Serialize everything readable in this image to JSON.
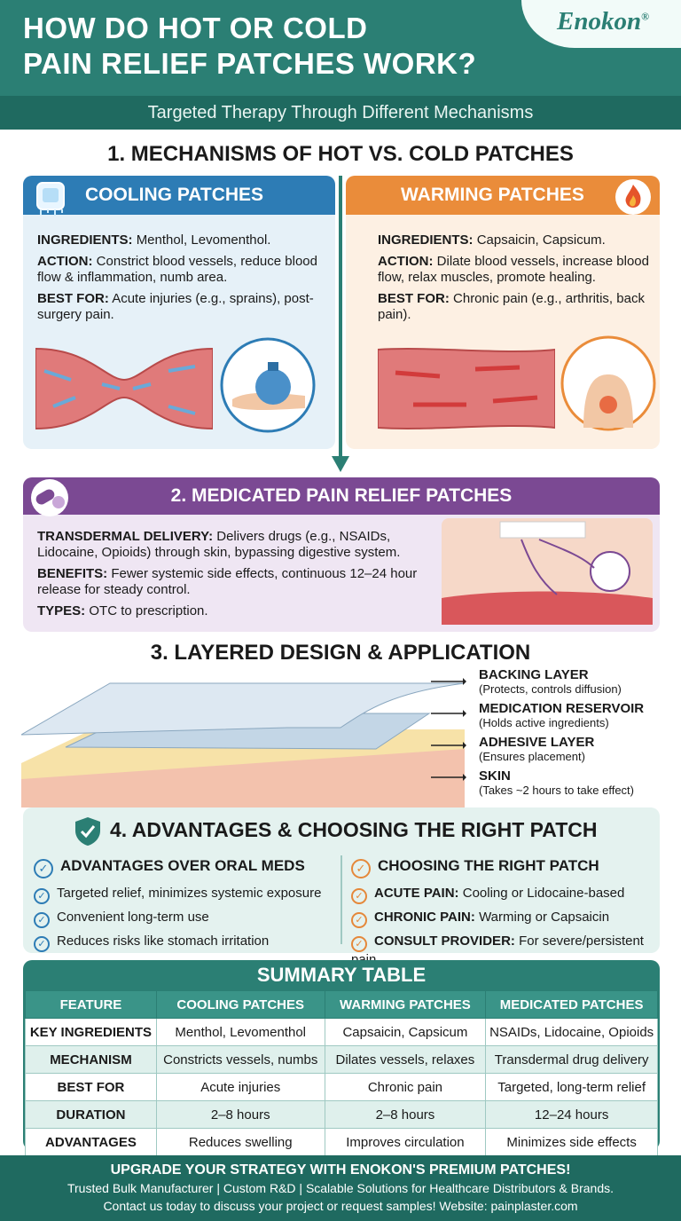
{
  "header": {
    "title_line1": "HOW DO HOT OR COLD",
    "title_line2": "PAIN RELIEF PATCHES WORK?",
    "logo": "Enokon",
    "logo_mark": "®",
    "subtitle": "Targeted Therapy Through Different Mechanisms"
  },
  "section1": {
    "title": "1. MECHANISMS OF HOT VS. COLD PATCHES",
    "cooling": {
      "title": "COOLING PATCHES",
      "ingredients_label": "INGREDIENTS:",
      "ingredients": "Menthol, Levomenthol.",
      "action_label": "ACTION:",
      "action": "Constrict blood vessels, reduce blood flow & inflammation, numb area.",
      "best_label": "BEST FOR:",
      "best": "Acute injuries (e.g., sprains), post-surgery pain."
    },
    "warming": {
      "title": "WARMING PATCHES",
      "ingredients_label": "INGREDIENTS:",
      "ingredients": "Capsaicin, Capsicum.",
      "action_label": "ACTION:",
      "action": "Dilate blood vessels, increase blood flow, relax muscles, promote healing.",
      "best_label": "BEST FOR:",
      "best": "Chronic pain (e.g., arthritis, back pain)."
    }
  },
  "section2": {
    "title": "2. MEDICATED PAIN RELIEF PATCHES",
    "delivery_label": "TRANSDERMAL DELIVERY:",
    "delivery": "Delivers drugs (e.g., NSAIDs, Lidocaine, Opioids) through skin, bypassing digestive system.",
    "benefits_label": "BENEFITS:",
    "benefits": "Fewer systemic side effects, continuous 12–24 hour release for steady control.",
    "types_label": "TYPES:",
    "types": "OTC to prescription."
  },
  "section3": {
    "title": "3. LAYERED DESIGN & APPLICATION",
    "layers": [
      {
        "label": "BACKING LAYER",
        "desc": "(Protects, controls diffusion)"
      },
      {
        "label": "MEDICATION RESERVOIR",
        "desc": "(Holds active ingredients)"
      },
      {
        "label": "ADHESIVE LAYER",
        "desc": "(Ensures placement)"
      },
      {
        "label": "SKIN",
        "desc": "(Takes ~2 hours to take effect)"
      }
    ]
  },
  "section4": {
    "title": "4. ADVANTAGES & CHOOSING THE RIGHT PATCH",
    "advantages_title": "ADVANTAGES OVER ORAL MEDS",
    "advantages": [
      "Targeted relief, minimizes systemic exposure",
      "Convenient long-term use",
      "Reduces risks like stomach irritation"
    ],
    "choosing_title": "CHOOSING THE RIGHT PATCH",
    "choosing": [
      {
        "label": "ACUTE PAIN:",
        "text": "Cooling or Lidocaine-based"
      },
      {
        "label": "CHRONIC PAIN:",
        "text": "Warming or Capsaicin"
      },
      {
        "label": "CONSULT PROVIDER:",
        "text": "For severe/persistent pain"
      }
    ]
  },
  "summary_table": {
    "title": "SUMMARY TABLE",
    "headers": [
      "FEATURE",
      "COOLING PATCHES",
      "WARMING PATCHES",
      "MEDICATED PATCHES"
    ],
    "rows": [
      [
        "KEY INGREDIENTS",
        "Menthol, Levomenthol",
        "Capsaicin, Capsicum",
        "NSAIDs, Lidocaine, Opioids"
      ],
      [
        "MECHANISM",
        "Constricts vessels, numbs",
        "Dilates vessels, relaxes",
        "Transdermal drug delivery"
      ],
      [
        "BEST FOR",
        "Acute injuries",
        "Chronic pain",
        "Targeted, long-term relief"
      ],
      [
        "DURATION",
        "2–8 hours",
        "2–8 hours",
        "12–24 hours"
      ],
      [
        "ADVANTAGES",
        "Reduces swelling",
        "Improves circulation",
        "Minimizes side effects"
      ]
    ]
  },
  "footer": {
    "headline": "UPGRADE YOUR STRATEGY WITH ENOKON'S PREMIUM PATCHES!",
    "line2": "Trusted Bulk Manufacturer | Custom R&D | Scalable Solutions for Healthcare Distributors & Brands.",
    "line3": "Contact us today to discuss your project or request samples! Website: painplaster.com"
  },
  "colors": {
    "teal": "#2b7f74",
    "cool_blue": "#2d7cb5",
    "warm_orange": "#ea8c3a",
    "medicated_purple": "#7b4993"
  },
  "icons": [
    "ice-cube-icon",
    "flame-icon",
    "capsule-icon",
    "shield-check-icon",
    "check-circle-icon",
    "ice-pack-icon",
    "arrow-down-icon"
  ]
}
